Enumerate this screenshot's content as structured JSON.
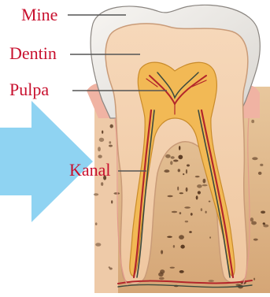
{
  "diagram": {
    "labels": {
      "mine": "Mine",
      "dentin": "Dentin",
      "pulpa": "Pulpa",
      "kanal": "Kanal"
    },
    "colors": {
      "label_text": "#c8102e",
      "leader_line": "#555555",
      "arrow": "#8fd3f2",
      "enamel": "#e9e7e3",
      "dentin": "#f1cdaa",
      "pulp": "#f0b84f",
      "nerve_red": "#b3262b",
      "nerve_dark": "#3c4a3e",
      "gum": "#f2b8a6",
      "bone": "#d9b287",
      "bone_spots": "#5a3a22"
    },
    "icons": [
      "arrow-right-icon"
    ]
  }
}
